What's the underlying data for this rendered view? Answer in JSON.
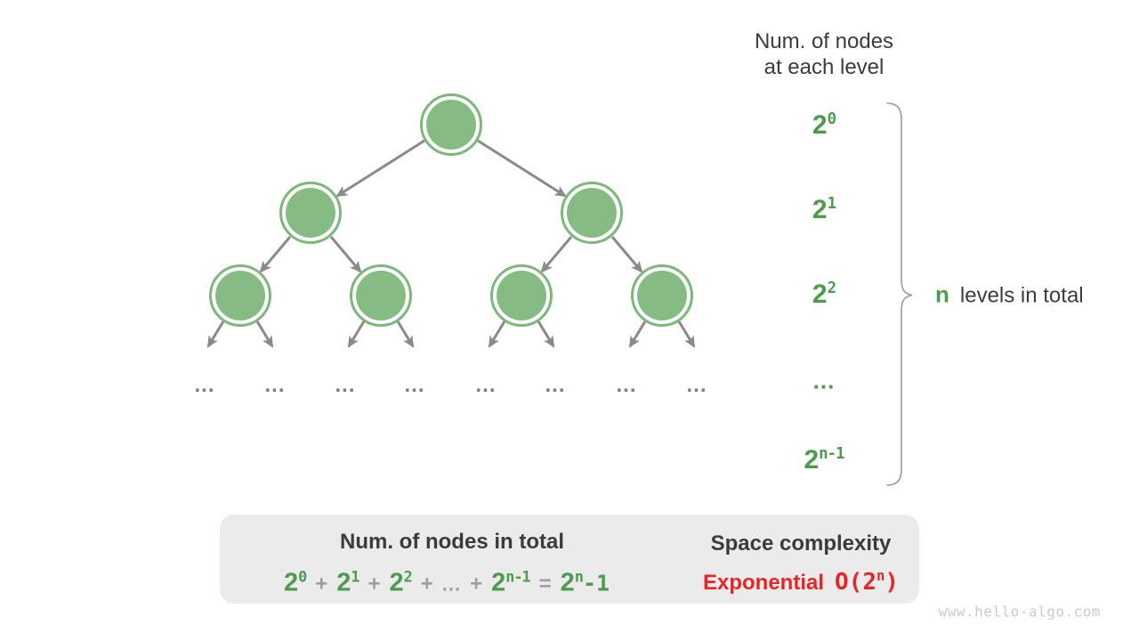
{
  "colors": {
    "green_text": "#4e9b50",
    "node_fill": "#86bb84",
    "node_ring": "#7db77b",
    "dark_text": "#3b3b3b",
    "gray_operator": "#9e9e9e",
    "arrow_gray": "#8a8a8a",
    "red_accent": "#e62528",
    "box_background": "#ebebeb",
    "brace_gray": "#9a9a9a",
    "block_arrow_gray": "#bdbdbd",
    "tree_dots_gray": "#7d7d7d",
    "watermark_gray": "#cbcbcb"
  },
  "right_panel": {
    "header_line1": "Num. of nodes",
    "header_line2": "at each level",
    "levels": [
      {
        "base": "2",
        "exp": "0"
      },
      {
        "base": "2",
        "exp": "1"
      },
      {
        "base": "2",
        "exp": "2"
      },
      {
        "base": "2",
        "exp": "n-1"
      }
    ],
    "dots": "...",
    "brace_n": "n",
    "brace_label": "levels in total"
  },
  "tree": {
    "ellipsis": "..."
  },
  "summary_box": {
    "left_title": "Num. of nodes in total",
    "formula": {
      "terms": [
        {
          "base": "2",
          "exp": "0"
        },
        {
          "base": "2",
          "exp": "1"
        },
        {
          "base": "2",
          "exp": "2"
        },
        {
          "base": "2",
          "exp": "n-1"
        }
      ],
      "plus": "+",
      "dots": "...",
      "equals": "=",
      "result": {
        "base": "2",
        "exp": "n",
        "tail": "-1"
      }
    },
    "right_title": "Space complexity",
    "complexity_word": "Exponential",
    "complexity_prefix": "O(2",
    "complexity_exp": "n",
    "complexity_suffix": ")"
  },
  "watermark": "www.hello-algo.com"
}
